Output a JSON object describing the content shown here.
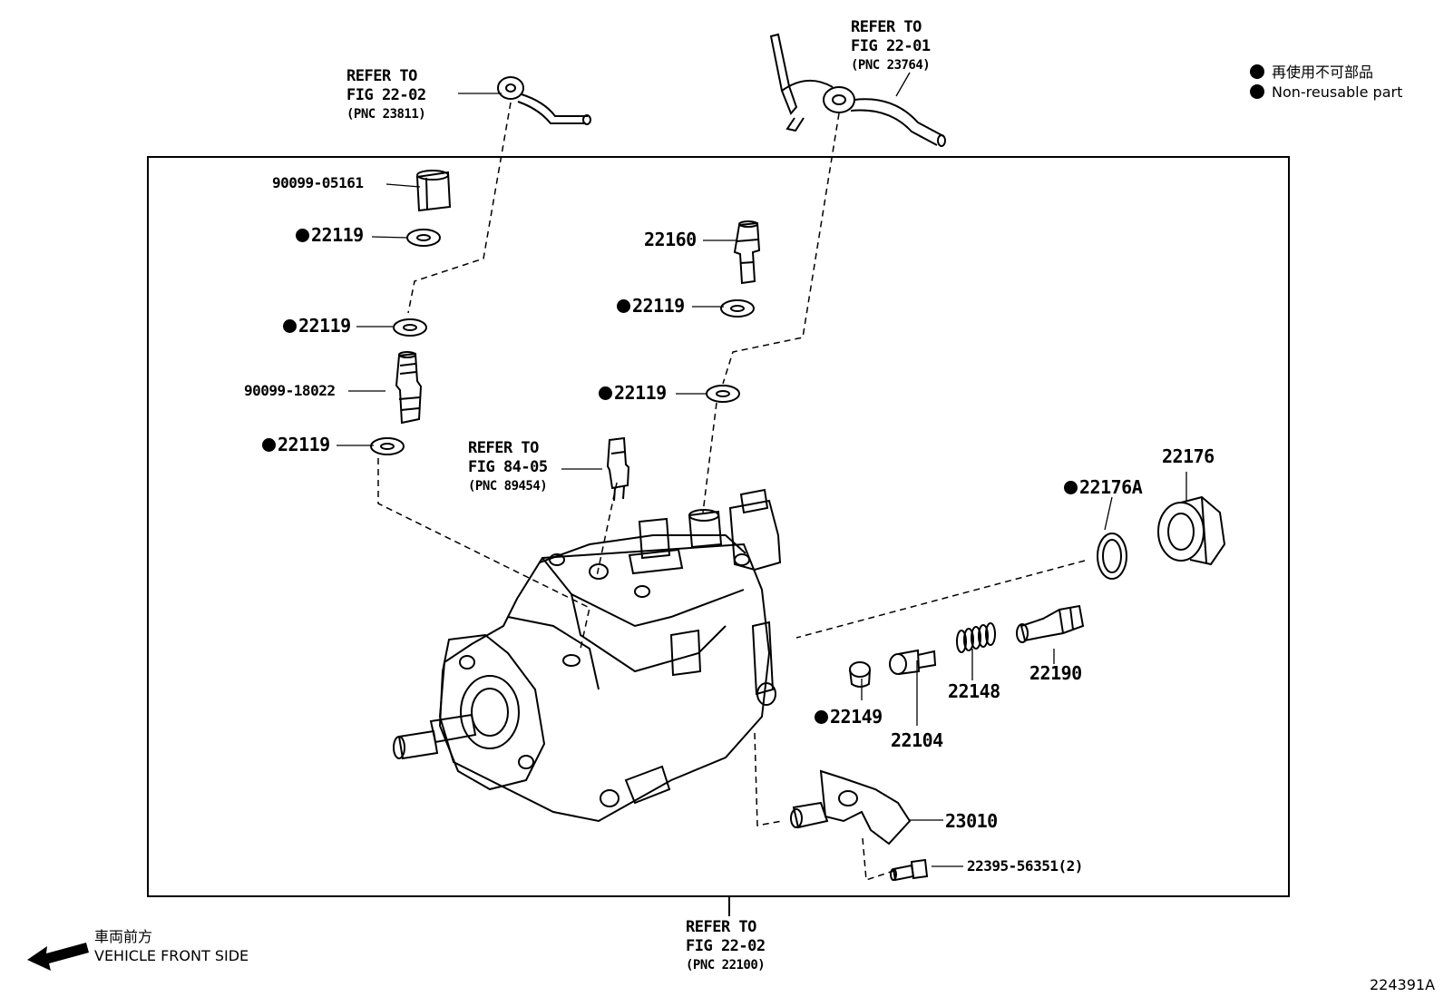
{
  "legend": {
    "line1": "再使用不可部品",
    "line2": "Non-reusable part"
  },
  "refs": {
    "top_left": {
      "line1": "REFER TO",
      "line2": "FIG 22-02",
      "line3": "(PNC 23811)"
    },
    "top_center": {
      "line1": "REFER TO",
      "line2": "FIG 22-01",
      "line3": "(PNC 23764)"
    },
    "sensor": {
      "line1": "REFER TO",
      "line2": "FIG 84-05",
      "line3": "(PNC 89454)"
    },
    "bottom": {
      "line1": "REFER TO",
      "line2": "FIG 22-02",
      "line3": "(PNC 22100)"
    }
  },
  "parts": {
    "p90099_05161": "90099-05161",
    "p22119_a": "22119",
    "p22119_b": "22119",
    "p90099_18022": "90099-18022",
    "p22119_c": "22119",
    "p22160": "22160",
    "p22119_d": "22119",
    "p22119_e": "22119",
    "p22176": "22176",
    "p22176A": "22176A",
    "p22190": "22190",
    "p22148": "22148",
    "p22149": "22149",
    "p22104": "22104",
    "p23010": "23010",
    "p22395": "22395-56351(2)"
  },
  "front": {
    "line1": "車両前方",
    "line2": "VEHICLE FRONT SIDE"
  },
  "figure_id": "224391A"
}
